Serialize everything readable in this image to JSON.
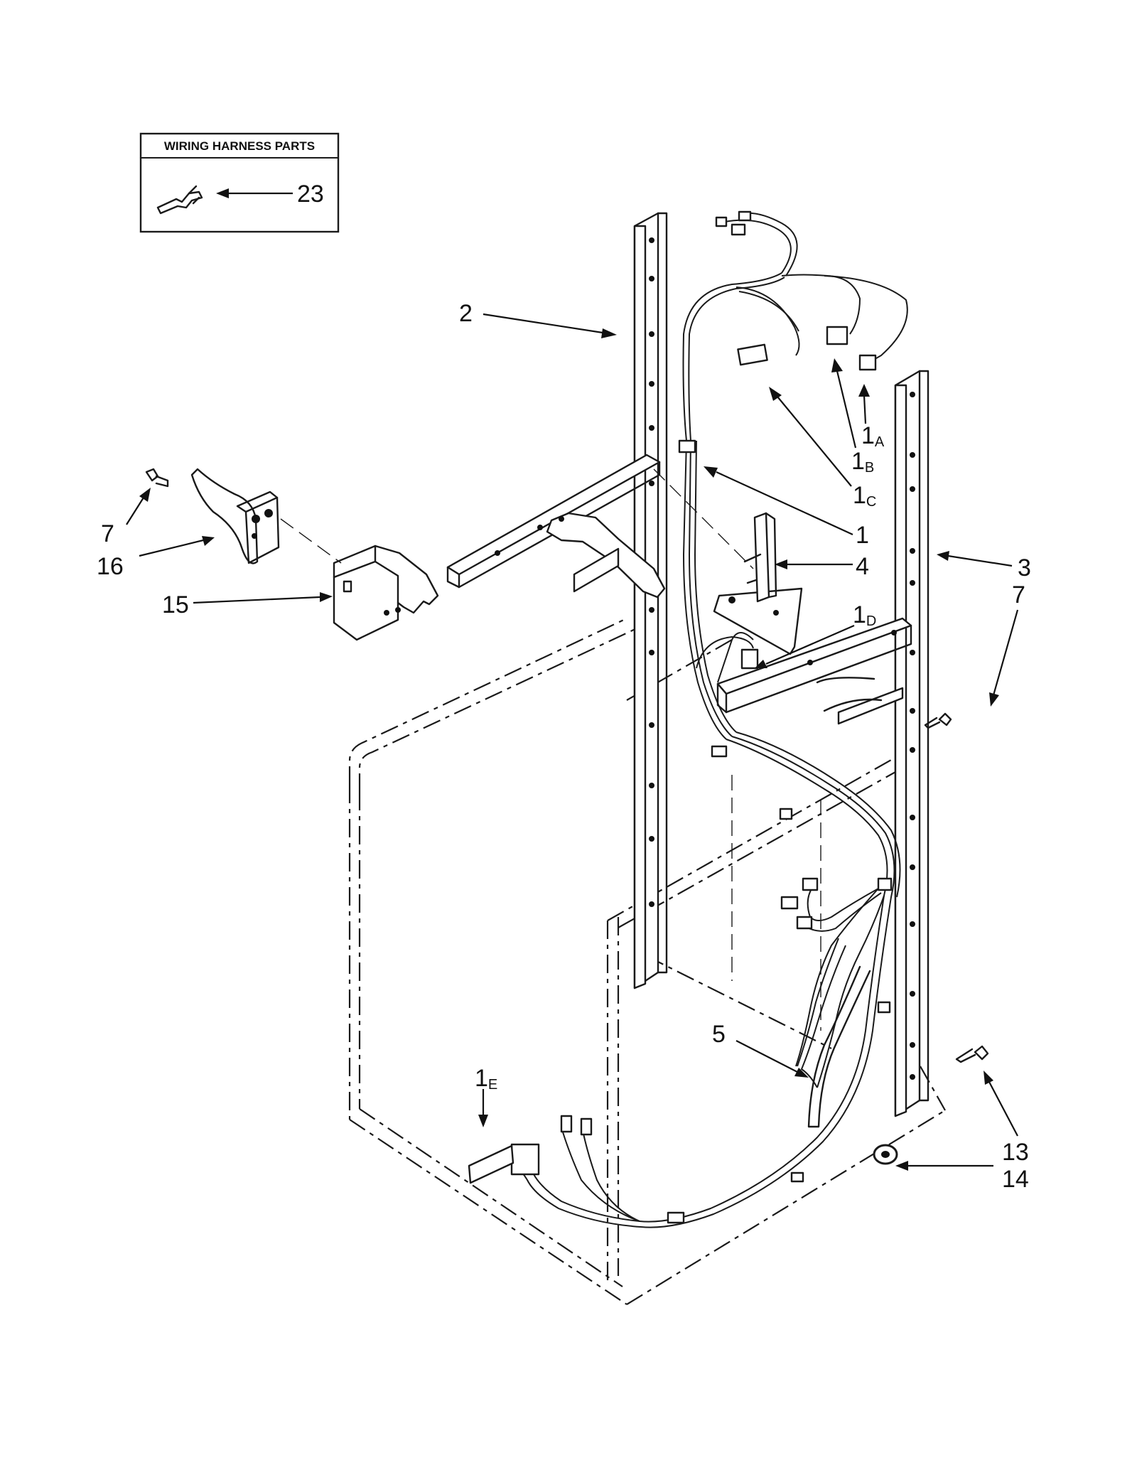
{
  "legend_box": {
    "title": "WIRING HARNESS PARTS",
    "callout": "23"
  },
  "callouts": [
    {
      "id": "2",
      "main": "2",
      "sub": ""
    },
    {
      "id": "1A",
      "main": "1",
      "sub": "A"
    },
    {
      "id": "1B",
      "main": "1",
      "sub": "B"
    },
    {
      "id": "1C",
      "main": "1",
      "sub": "C"
    },
    {
      "id": "1",
      "main": "1",
      "sub": ""
    },
    {
      "id": "4",
      "main": "4",
      "sub": ""
    },
    {
      "id": "3",
      "main": "3",
      "sub": ""
    },
    {
      "id": "7a",
      "main": "7",
      "sub": ""
    },
    {
      "id": "1D",
      "main": "1",
      "sub": "D"
    },
    {
      "id": "7b",
      "main": "7",
      "sub": ""
    },
    {
      "id": "16",
      "main": "16",
      "sub": ""
    },
    {
      "id": "15",
      "main": "15",
      "sub": ""
    },
    {
      "id": "5",
      "main": "5",
      "sub": ""
    },
    {
      "id": "1E",
      "main": "1",
      "sub": "E"
    },
    {
      "id": "13",
      "main": "13",
      "sub": ""
    },
    {
      "id": "14",
      "main": "14",
      "sub": ""
    }
  ]
}
